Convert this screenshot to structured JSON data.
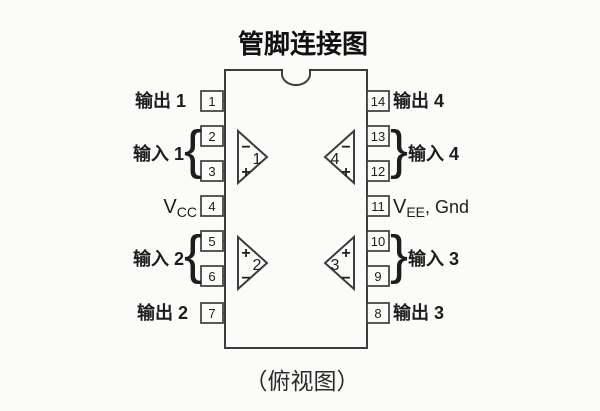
{
  "title": "管脚连接图",
  "caption": "（俯视图）",
  "colors": {
    "line": "#3d3d3d",
    "text": "#1d1d1d",
    "background": "#fbfbf9"
  },
  "pins": {
    "left": [
      "1",
      "2",
      "3",
      "4",
      "5",
      "6",
      "7"
    ],
    "right": [
      "14",
      "13",
      "12",
      "11",
      "10",
      "9",
      "8"
    ]
  },
  "labels": {
    "left": {
      "output1": "输出 1",
      "input1": "输入 1",
      "vcc_main": "V",
      "vcc_sub": "CC",
      "input2": "输入 2",
      "output2": "输出 2",
      "brace": "{"
    },
    "right": {
      "output4": "输出 4",
      "input4": "输入 4",
      "vee_main": "V",
      "vee_sub": "EE",
      "vee_rest": ", Gnd",
      "input3": "输入 3",
      "output3": "输出 3",
      "brace": "}"
    }
  },
  "opamps": {
    "1": {
      "number": "1",
      "top_sign": "−",
      "bottom_sign": "+"
    },
    "2": {
      "number": "2",
      "top_sign": "+",
      "bottom_sign": "−"
    },
    "3": {
      "number": "3",
      "top_sign": "+",
      "bottom_sign": "−"
    },
    "4": {
      "number": "4",
      "top_sign": "−",
      "bottom_sign": "+"
    }
  }
}
